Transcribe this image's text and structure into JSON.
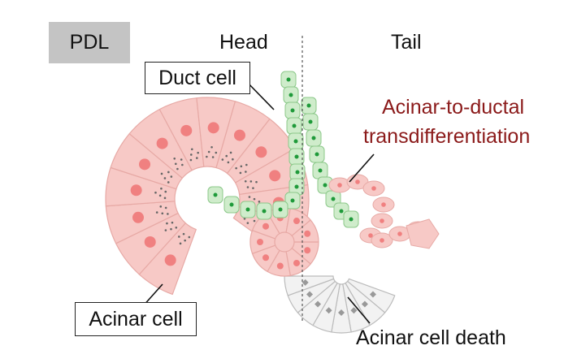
{
  "labels": {
    "pdl": "PDL",
    "head": "Head",
    "tail": "Tail",
    "duct_cell": "Duct cell",
    "acinar_cell": "Acinar cell",
    "adm_line1": "Acinar-to-ductal",
    "adm_line2": "transdifferentiation",
    "acinar_death": "Acinar cell death"
  },
  "colors": {
    "acinar_fill": "#f7c9c6",
    "acinar_nucleus": "#f08080",
    "duct_fill": "#cfeccb",
    "duct_nucleus": "#1f9a3a",
    "dead_fill": "#f2f2f2",
    "adm_text": "#8b1a1a",
    "pdl_box": "#c4c4c4"
  }
}
